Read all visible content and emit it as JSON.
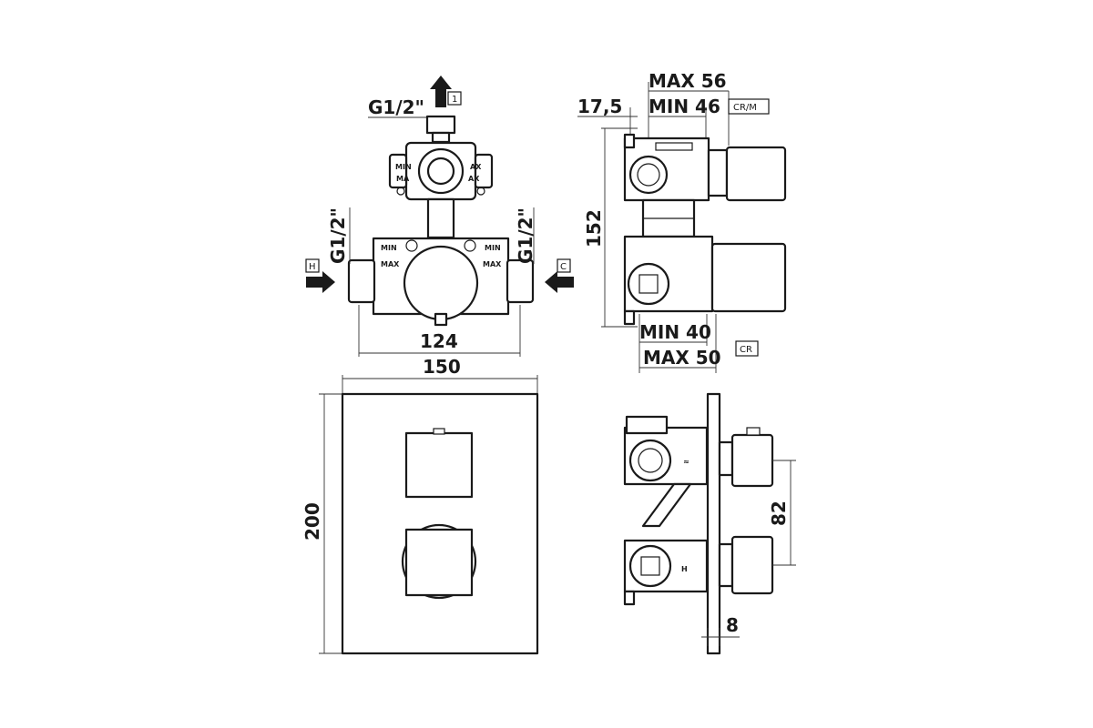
{
  "dimensions": {
    "thread_top": "G1/2\"",
    "thread_left": "G1/2\"",
    "thread_right": "G1/2\"",
    "width_body": "124",
    "width_plate": "150",
    "height_plate": "200",
    "height_body": "152",
    "offset_top": "17,5",
    "max_depth_top": "MAX 56",
    "min_depth_top": "MIN 46",
    "min_depth_bottom": "MIN 40",
    "max_depth_bottom": "MAX 50",
    "spindle_spacing": "82",
    "plate_thickness": "8"
  },
  "tags": {
    "outlet": "1",
    "hot": "H",
    "cold": "C",
    "cartridge_top": "CR/M",
    "cartridge_bottom": "CR"
  },
  "body_labels": {
    "min": "MIN",
    "max": "MAX",
    "max_partial": "MAX",
    "max_partial_left": "MA",
    "max_partial_right": "AX"
  },
  "side_marks": {
    "upper": "≈",
    "lower": "H"
  }
}
